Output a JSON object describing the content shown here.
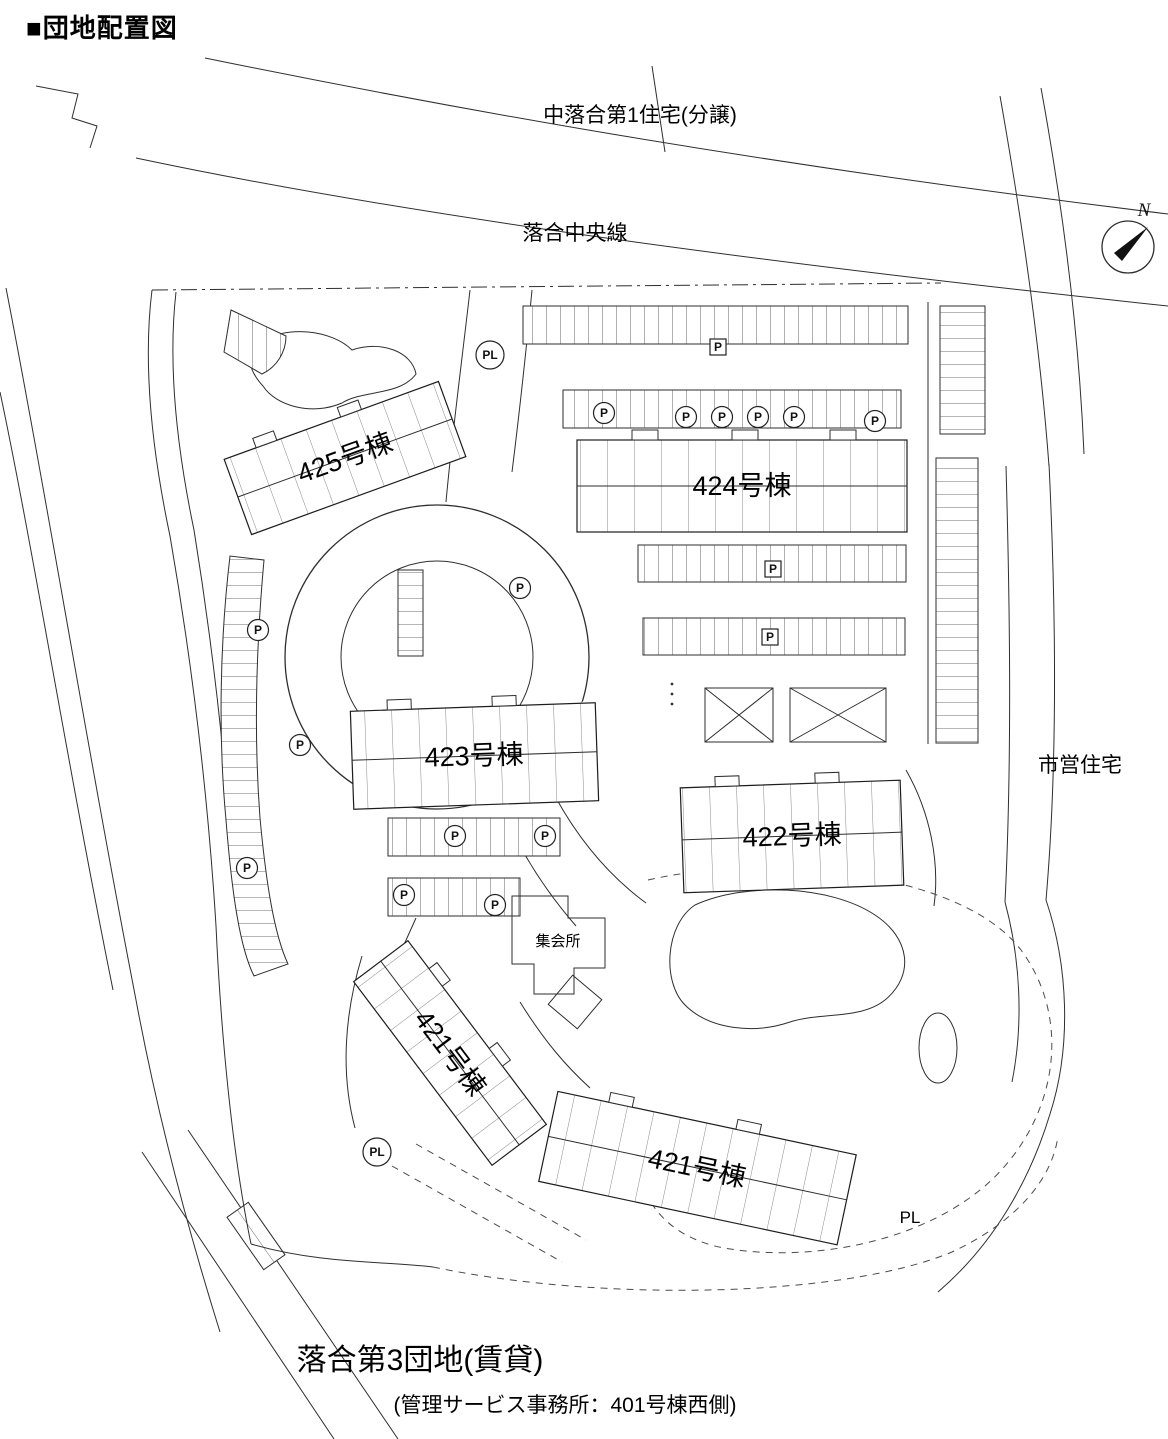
{
  "page": {
    "title": "■団地配置図",
    "background": "#ffffff",
    "line_color": "#2e2e2e"
  },
  "labels": {
    "neighbor_estate": "中落合第1住宅(分譲)",
    "road_name": "落合中央線",
    "city_housing": "市営住宅",
    "meeting_hall": "集会所",
    "estate_name": "落合第3団地(賃貸)",
    "estate_note": "(管理サービス事務所：401号棟西側)",
    "compass_north": "N",
    "parking": "P",
    "parking_lot": "PL"
  },
  "buildings": [
    {
      "id": "425",
      "label": "425号棟"
    },
    {
      "id": "424",
      "label": "424号棟"
    },
    {
      "id": "423",
      "label": "423号棟"
    },
    {
      "id": "422",
      "label": "422号棟"
    },
    {
      "id": "421a",
      "label": "421号棟"
    },
    {
      "id": "421b",
      "label": "421号棟"
    }
  ]
}
